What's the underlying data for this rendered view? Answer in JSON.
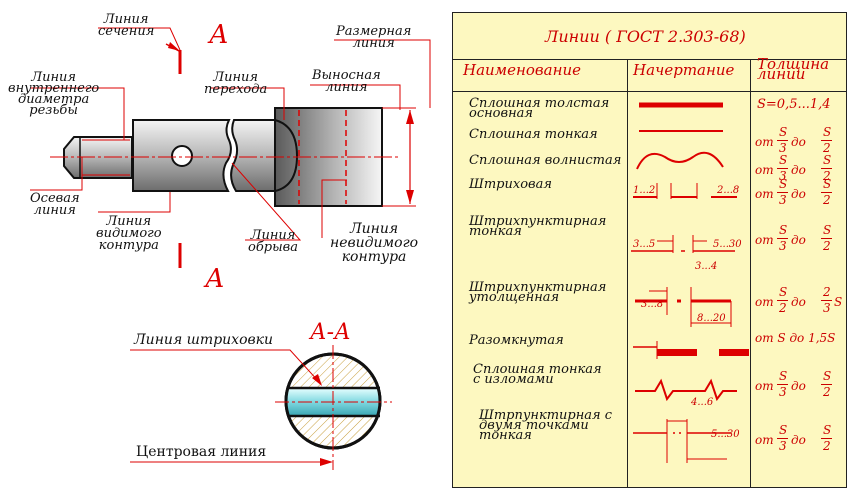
{
  "drawing": {
    "section_line": "Линия\nсечения",
    "section_letter_top": "А",
    "section_letter_bottom": "А",
    "dimension_line": "Размерная\nлиния",
    "inner_thread_line": "Линия\nвнутреннего\nдиаметра\nрезьбы",
    "transition_line": "Линия\nперехода",
    "extension_line": "Выносная\nлиния",
    "axis_line": "Осевая\nлиния",
    "visible_contour": "Линия\nвидимого\nконтура",
    "break_line": "Линия\nобрыва",
    "hidden_contour": "Линия\nневидимого\nконтура",
    "section_title": "А-А",
    "hatch_line": "Линия штриховки",
    "center_line": "Центровая линия"
  },
  "table": {
    "title": "Линии     ( ГОСТ 2.303-68)",
    "col_name": "Наименование",
    "col_style": "Начертание",
    "col_thickness": "Толщина\nлинии",
    "rows": [
      {
        "name": "Сплошная толстая\nосновная",
        "thickness": "S=0,5...1,4"
      },
      {
        "name": "Сплошная тонкая",
        "thickness_from": "от",
        "num": "S",
        "den": "3",
        "to": "до",
        "num2": "S",
        "den2": "2"
      },
      {
        "name": "Сплошная волнистая",
        "thickness_from": "от",
        "num": "S",
        "den": "3",
        "to": "до",
        "num2": "S",
        "den2": "2"
      },
      {
        "name": "Штриховая",
        "dash1": "1...2",
        "dash2": "2...8",
        "thickness_from": "от",
        "num": "S",
        "den": "3",
        "to": "до",
        "num2": "S",
        "den2": "2"
      },
      {
        "name": "Штрихпунктирная\nтонкая",
        "dash1": "3...5",
        "dash2": "5...30",
        "thickness_from": "от",
        "num": "S",
        "den": "3",
        "to": "до",
        "num2": "S",
        "den2": "2"
      },
      {
        "name": "Штрихпунктирная\nутолщенная",
        "dash1": "3...4",
        "dash2": "3...8",
        "dash3": "8...20",
        "thickness_from": "от",
        "num": "S",
        "den": "2",
        "to": "до",
        "num2": "2",
        "den2": "3",
        "suffix": "S"
      },
      {
        "name": "Разомкнутая",
        "thickness": "от S до 1,5S"
      },
      {
        "name": "Сплошная тонкая\nс изломами",
        "thickness_from": "от",
        "num": "S",
        "den": "3",
        "to": "до",
        "num2": "S",
        "den2": "2"
      },
      {
        "name": "Штрпунктирная с\nдвумя точками\nтонкая",
        "dash1": "4...6",
        "dash2": "5...30",
        "thickness_from": "от",
        "num": "S",
        "den": "3",
        "to": "до",
        "num2": "S",
        "den2": "2"
      }
    ]
  },
  "colors": {
    "accent": "#dd0000",
    "table_bg": "#fdf8c0",
    "section_fill": "#7fd8e0"
  }
}
